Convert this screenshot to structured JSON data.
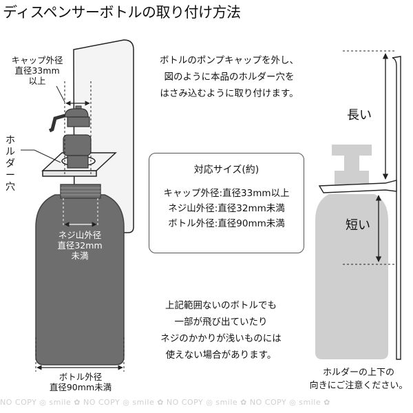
{
  "title": "ディスペンサーボトルの取り付け方法",
  "labels": {
    "cap_outer": [
      "キャップ外径",
      "直径33mm",
      "以上"
    ],
    "holder_hole": [
      "ホ",
      "ル",
      "ダ",
      "ー",
      "穴"
    ],
    "thread_outer": [
      "ネジ山外径",
      "直径32mm",
      "未満"
    ],
    "bottle_outer": [
      "ボトル外径",
      "直径90mm未満"
    ],
    "long": "長い",
    "short": "短い",
    "holder_note": [
      "ホルダーの上下の",
      "向きにご注意ください。"
    ]
  },
  "instruction": [
    "ボトルのポンプキャップを外し、",
    "図のように本品のホルダー穴を",
    "はさみ込むように取り付けます。"
  ],
  "spec": {
    "title": "対応サイズ(約)",
    "lines": [
      "キャップ外径:直径33mm以上",
      "ネジ山外径:直径32mm未満",
      "ボトル外径:直径90mm未満"
    ]
  },
  "caution": [
    "上記範囲ないのボトルでも",
    "一部が飛び出ていたり",
    "ネジのかかりが浅いものには",
    "使えない場合があります。"
  ],
  "watermark": "NO COPY ◎ smile ✿ NO COPY ◎ smile ✿ NO COPY ◎ smile ✿ NO COPY ◎ smile ✿",
  "colors": {
    "bottle_fill": "#6e6e6e",
    "panel_fill": "#f4f4f4",
    "ghost_bottle": "#cccccc",
    "stroke": "#222222"
  }
}
